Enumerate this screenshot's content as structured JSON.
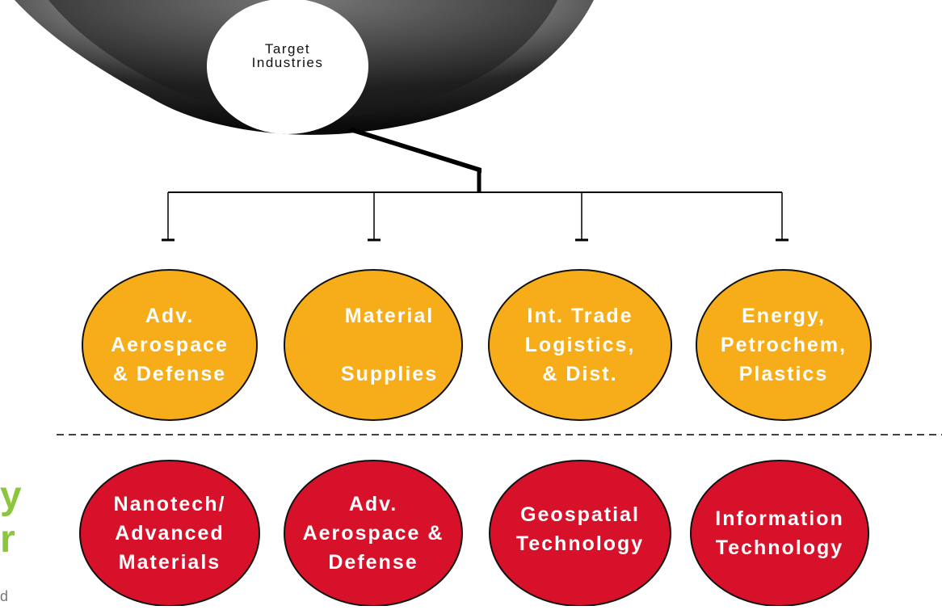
{
  "root": {
    "label": "Target\nIndustries"
  },
  "colors": {
    "upper_fill": "#f7ad19",
    "lower_fill": "#d7112a",
    "stroke": "#111111"
  },
  "upper_row": [
    {
      "label": "Adv.\nAerospace\n& Defense"
    },
    {
      "label": "Material\n\nSupplies"
    },
    {
      "label": "Int. Trade\nLogistics,\n& Dist."
    },
    {
      "label": "Energy,\nPetrochem,\nPlastics"
    }
  ],
  "lower_row": [
    {
      "label": "Nanotech/\nAdvanced\nMaterials"
    },
    {
      "label": "Adv.\nAerospace &\nDefense"
    },
    {
      "label": "Geospatial\nTechnology"
    },
    {
      "label": "Information\nTechnology"
    }
  ],
  "logo": {
    "fragment_top": "y",
    "fragment_bottom": "r",
    "small_text": "d"
  }
}
